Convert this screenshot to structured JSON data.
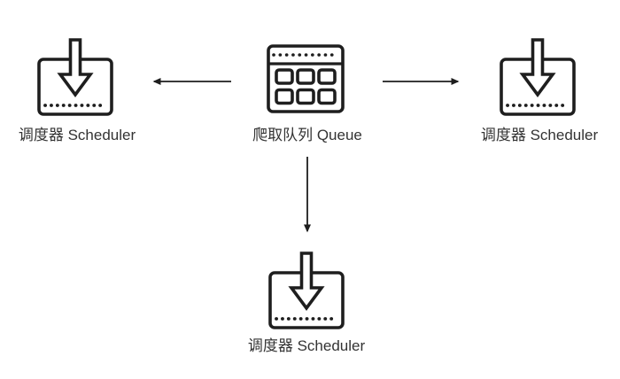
{
  "colors": {
    "line": "#1e1e1e",
    "text": "#333333",
    "background": "#ffffff"
  },
  "nodes": [
    {
      "id": "queue",
      "label": "爬取队列 Queue",
      "icon": "queue-grid-icon",
      "position": "center"
    },
    {
      "id": "scheduler-left",
      "label": "调度器 Scheduler",
      "icon": "inbox-download-icon",
      "position": "left"
    },
    {
      "id": "scheduler-right",
      "label": "调度器 Scheduler",
      "icon": "inbox-download-icon",
      "position": "right"
    },
    {
      "id": "scheduler-bottom",
      "label": "调度器 Scheduler",
      "icon": "inbox-download-icon",
      "position": "bottom"
    }
  ],
  "edges": [
    {
      "from": "queue",
      "to": "scheduler-left",
      "direction": "left"
    },
    {
      "from": "queue",
      "to": "scheduler-right",
      "direction": "right"
    },
    {
      "from": "queue",
      "to": "scheduler-bottom",
      "direction": "down"
    }
  ]
}
